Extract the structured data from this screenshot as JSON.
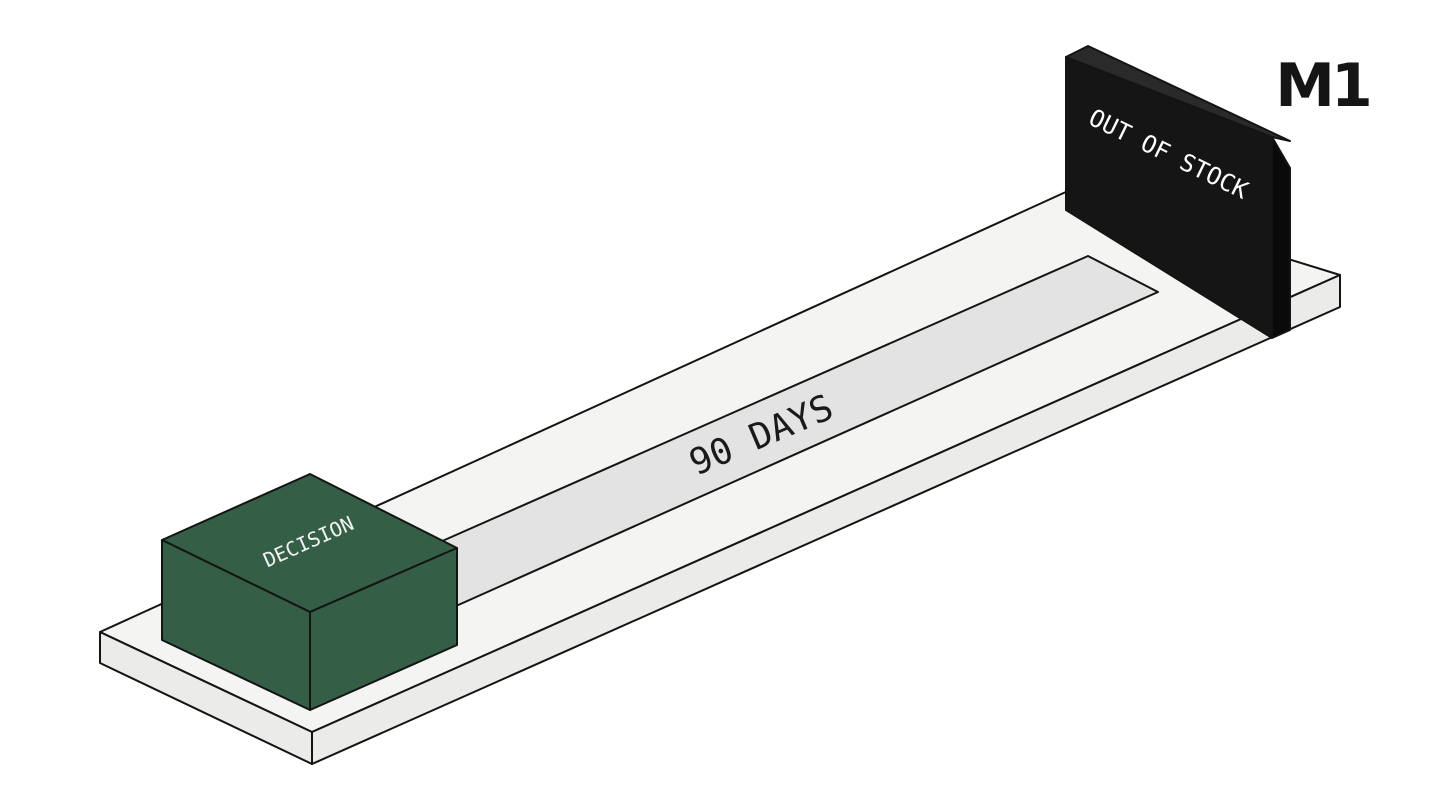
{
  "logo": {
    "text": "M1"
  },
  "blocks": {
    "decision": {
      "label": "DECISION"
    },
    "out_of_stock": {
      "label": "OUT OF STOCK"
    }
  },
  "track": {
    "label": "90 DAYS"
  },
  "colors": {
    "platform_top": "#f4f4f2",
    "platform_side": "#ebebea",
    "track_fill": "#e3e3e3",
    "decision_green": "#355e46",
    "wall_black": "#151515",
    "outline": "#141414",
    "background": "#ffffff"
  }
}
